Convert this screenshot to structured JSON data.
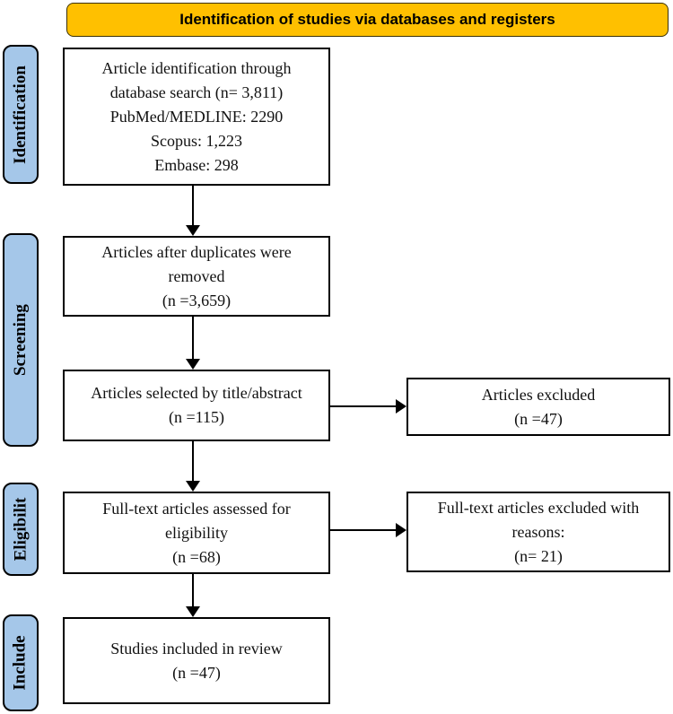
{
  "colors": {
    "header_bg": "#FFC000",
    "stage_bg": "#A5C7E9",
    "box_border": "#000000",
    "box_bg": "#FFFFFF"
  },
  "header": {
    "title": "Identification of studies via databases and registers"
  },
  "stages": [
    {
      "label": "Identification"
    },
    {
      "label": "Screening"
    },
    {
      "label": "Eligibilit"
    },
    {
      "label": "Include"
    }
  ],
  "flow_boxes": [
    {
      "lines": [
        "Article identification through",
        "database search (n= 3,811)",
        "PubMed/MEDLINE: 2290",
        "Scopus: 1,223",
        "Embase: 298"
      ]
    },
    {
      "lines": [
        "Articles after duplicates were",
        "removed",
        "(n =3,659)"
      ]
    },
    {
      "lines": [
        "Articles selected by title/abstract",
        "(n =115)"
      ]
    },
    {
      "lines": [
        "Full-text articles assessed for",
        "eligibility",
        "(n =68)"
      ]
    },
    {
      "lines": [
        "Studies included in review",
        "(n =47)"
      ]
    }
  ],
  "exclusion_boxes": [
    {
      "lines": [
        "Articles excluded",
        "(n =47)"
      ]
    },
    {
      "lines": [
        "Full-text articles excluded with",
        "reasons:",
        "(n= 21)"
      ]
    }
  ]
}
